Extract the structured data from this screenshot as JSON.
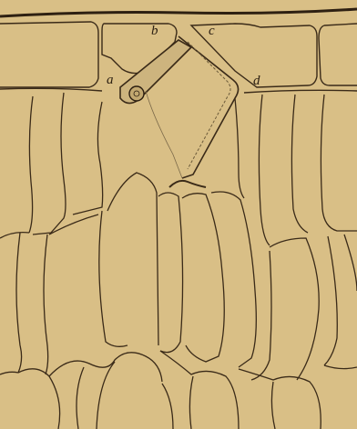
{
  "figure": {
    "labels": {
      "a": "a",
      "b": "b",
      "c": "c",
      "d": "d"
    },
    "colors": {
      "paper": "#d9bf86",
      "ink": "#3a2a18",
      "stain": "#c9b27a"
    }
  }
}
